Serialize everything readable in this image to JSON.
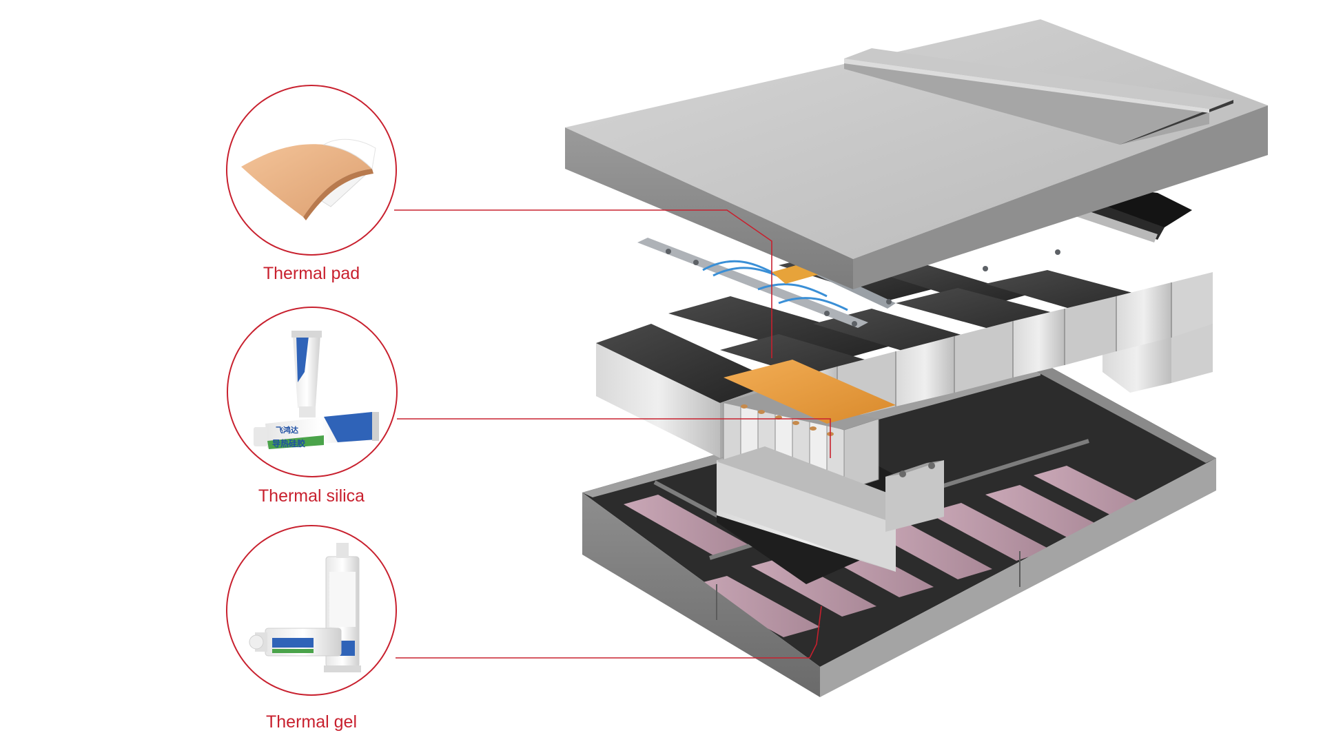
{
  "accent_color": "#c8202e",
  "labels": {
    "thermal_pad": "Thermal pad",
    "thermal_silica": "Thermal silica",
    "thermal_gel": "Thermal gel"
  },
  "tube": {
    "brand": "飞鸿达",
    "product": "导热硅胶"
  },
  "icons": [
    "thermal-pad-sheet",
    "silicone-tubes",
    "gel-cartridge"
  ]
}
